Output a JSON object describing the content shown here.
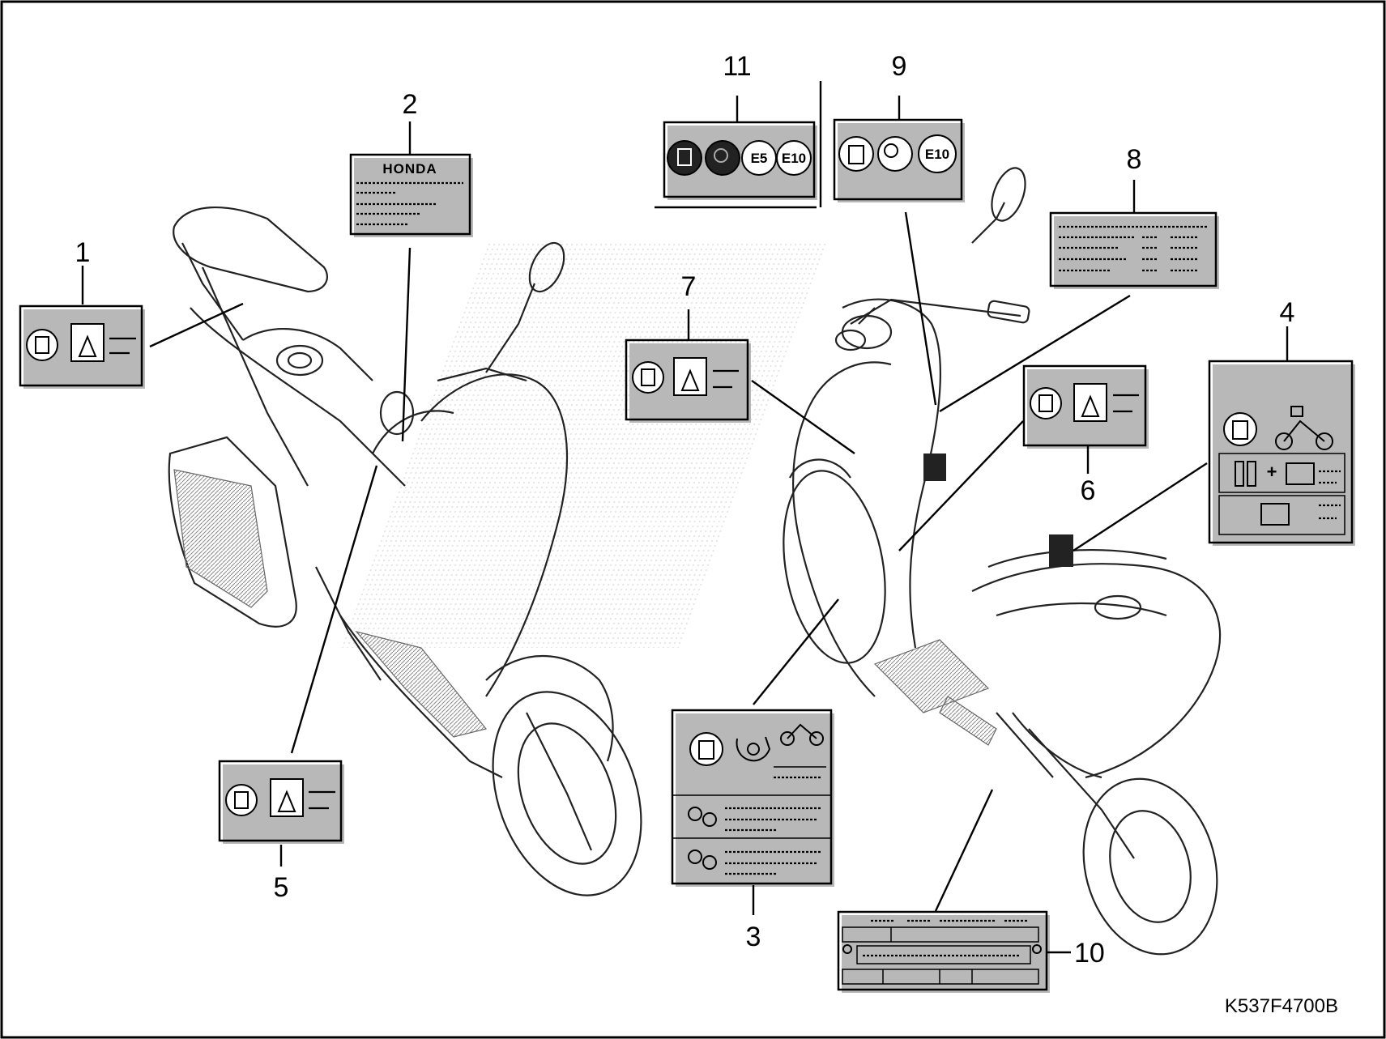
{
  "callouts": [
    "1",
    "2",
    "3",
    "4",
    "5",
    "6",
    "7",
    "8",
    "9",
    "10",
    "11"
  ],
  "drawing_code": "K537F4700B",
  "brand_label_text": "HONDA",
  "fuel_symbols": {
    "e5": "E5",
    "e10": "E10"
  }
}
